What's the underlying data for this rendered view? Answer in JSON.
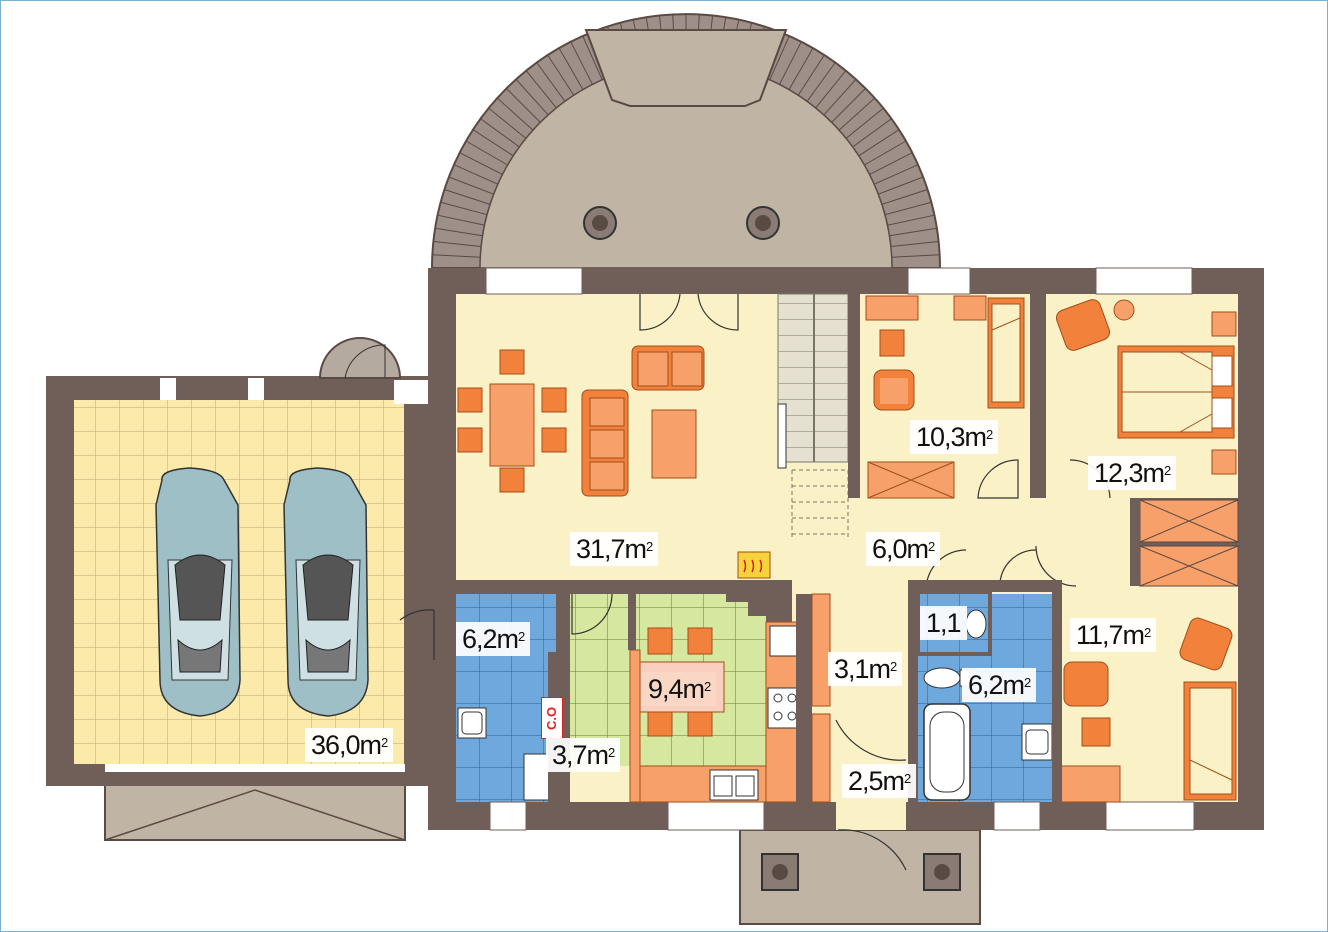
{
  "rooms": {
    "garage": {
      "area": "36,0m",
      "unit_sup": "2"
    },
    "living": {
      "area": "31,7m",
      "unit_sup": "2"
    },
    "bedroom_small": {
      "area": "10,3m",
      "unit_sup": "2"
    },
    "bedroom_master": {
      "area": "12,3m",
      "unit_sup": "2"
    },
    "hall": {
      "area": "6,0m",
      "unit_sup": "2"
    },
    "bedroom_third": {
      "area": "11,7m",
      "unit_sup": "2"
    },
    "utility": {
      "area": "6,2m",
      "unit_sup": "2"
    },
    "kitchen": {
      "area": "9,4m",
      "unit_sup": "2"
    },
    "pantry": {
      "area": "3,7m",
      "unit_sup": "2"
    },
    "corridor": {
      "area": "3,1m",
      "unit_sup": "2"
    },
    "entrance": {
      "area": "2,5m",
      "unit_sup": "2"
    },
    "wc": {
      "area": "1,1"
    },
    "bathroom": {
      "area": "6,2m",
      "unit_sup": "2"
    }
  },
  "boiler_label": "C.O",
  "colors": {
    "wall": "#705e58",
    "floor": "#fbf1c6",
    "tile_blue": "#6fa8dc",
    "tile_green": "#d6e79f",
    "furniture": "#f2813b",
    "furniture_light": "#f7a06a",
    "terrace": "#c0b4a4",
    "car": "#9fbfc6"
  }
}
